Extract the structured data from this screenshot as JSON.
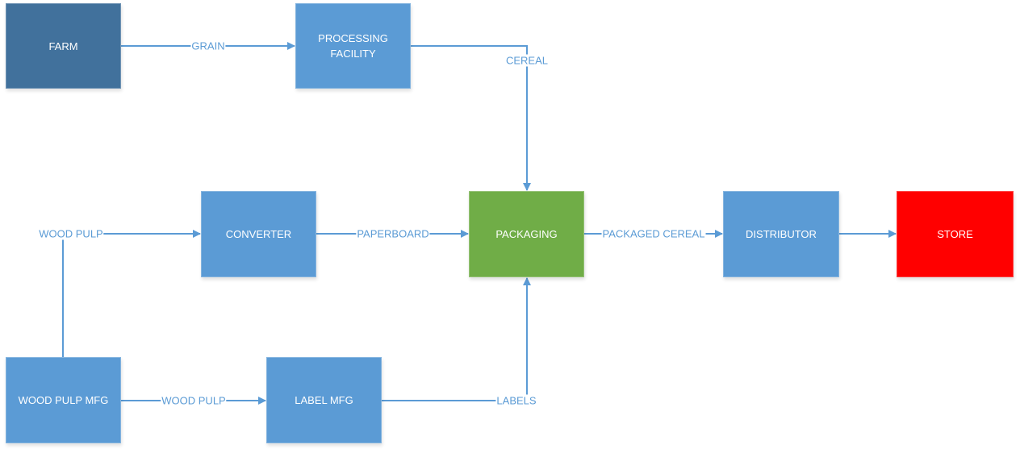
{
  "diagram": {
    "colors": {
      "connector": "#5b9bd5",
      "node_default": "#5b9bd5",
      "node_source": "#41719c",
      "node_packaging": "#70ad47",
      "node_store": "#ff0000",
      "node_text": "#ffffff"
    },
    "nodes": {
      "farm": {
        "label": "FARM"
      },
      "processing": {
        "label": "PROCESSING FACILITY"
      },
      "converter": {
        "label": "CONVERTER"
      },
      "packaging": {
        "label": "PACKAGING"
      },
      "distributor": {
        "label": "DISTRIBUTOR"
      },
      "store": {
        "label": "STORE"
      },
      "wood_pulp_mfg": {
        "label": "WOOD PULP MFG"
      },
      "label_mfg": {
        "label": "LABEL MFG"
      }
    },
    "edges": {
      "grain": {
        "from": "farm",
        "to": "processing",
        "label": "GRAIN"
      },
      "cereal": {
        "from": "processing",
        "to": "packaging",
        "label": "CEREAL"
      },
      "wood_pulp_top": {
        "from": "wood_pulp_mfg",
        "to": "converter",
        "label": "WOOD PULP"
      },
      "paperboard": {
        "from": "converter",
        "to": "packaging",
        "label": "PAPERBOARD"
      },
      "packaged_cereal": {
        "from": "packaging",
        "to": "distributor",
        "label": "PACKAGED CEREAL"
      },
      "to_store": {
        "from": "distributor",
        "to": "store",
        "label": ""
      },
      "wood_pulp_bottom": {
        "from": "wood_pulp_mfg",
        "to": "label_mfg",
        "label": "WOOD PULP"
      },
      "labels": {
        "from": "label_mfg",
        "to": "packaging",
        "label": "LABELS"
      }
    }
  }
}
